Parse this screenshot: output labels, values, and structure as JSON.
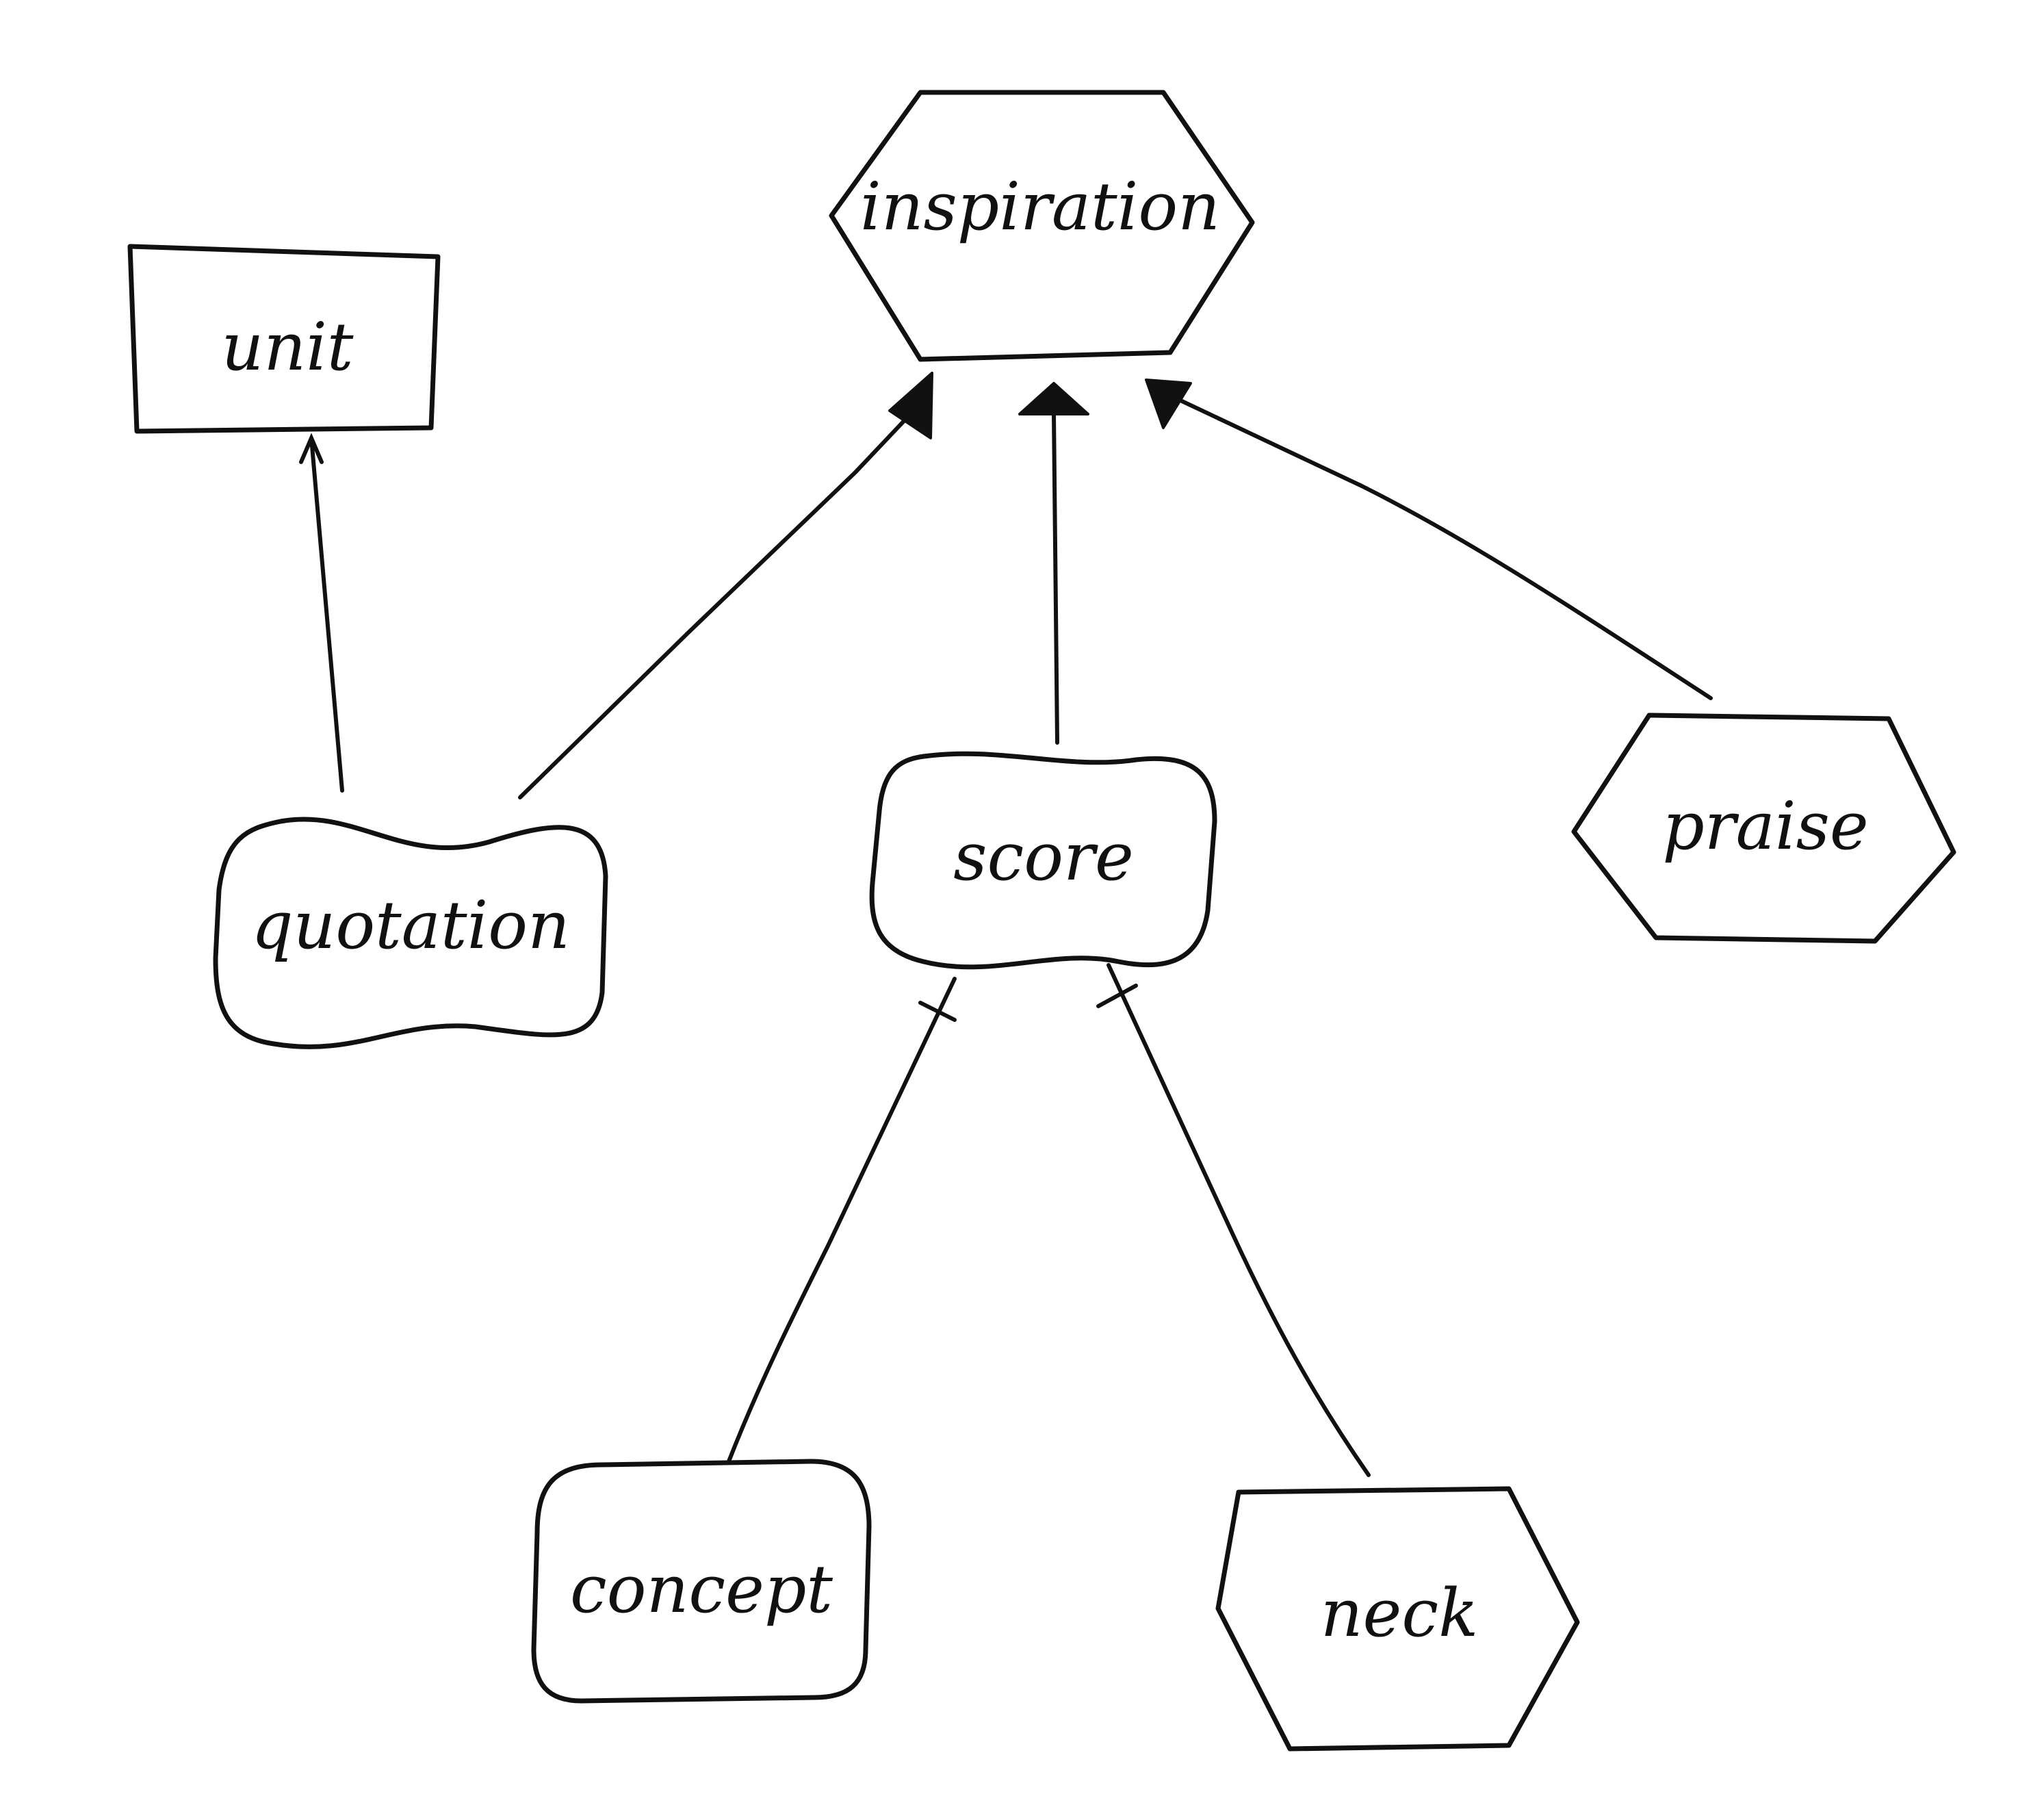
{
  "nodes": {
    "inspiration": {
      "label": "inspiration",
      "shape": "hexagon"
    },
    "unit": {
      "label": "unit",
      "shape": "rectangle"
    },
    "quotation": {
      "label": "quotation",
      "shape": "wavy-box"
    },
    "score": {
      "label": "score",
      "shape": "wavy-box"
    },
    "praise": {
      "label": "praise",
      "shape": "hexagon"
    },
    "concept": {
      "label": "concept",
      "shape": "rounded-rectangle"
    },
    "neck": {
      "label": "neck",
      "shape": "hexagon"
    }
  },
  "edges": [
    {
      "from": "quotation",
      "to": "unit",
      "arrow": "open"
    },
    {
      "from": "quotation",
      "to": "inspiration",
      "arrow": "filled-triangle"
    },
    {
      "from": "score",
      "to": "inspiration",
      "arrow": "filled-triangle"
    },
    {
      "from": "praise",
      "to": "inspiration",
      "arrow": "filled-triangle"
    },
    {
      "from": "concept",
      "to": "score",
      "arrow": "cross"
    },
    {
      "from": "neck",
      "to": "score",
      "arrow": "cross"
    }
  ],
  "colors": {
    "ink": "#111111",
    "background": "#ffffff"
  }
}
